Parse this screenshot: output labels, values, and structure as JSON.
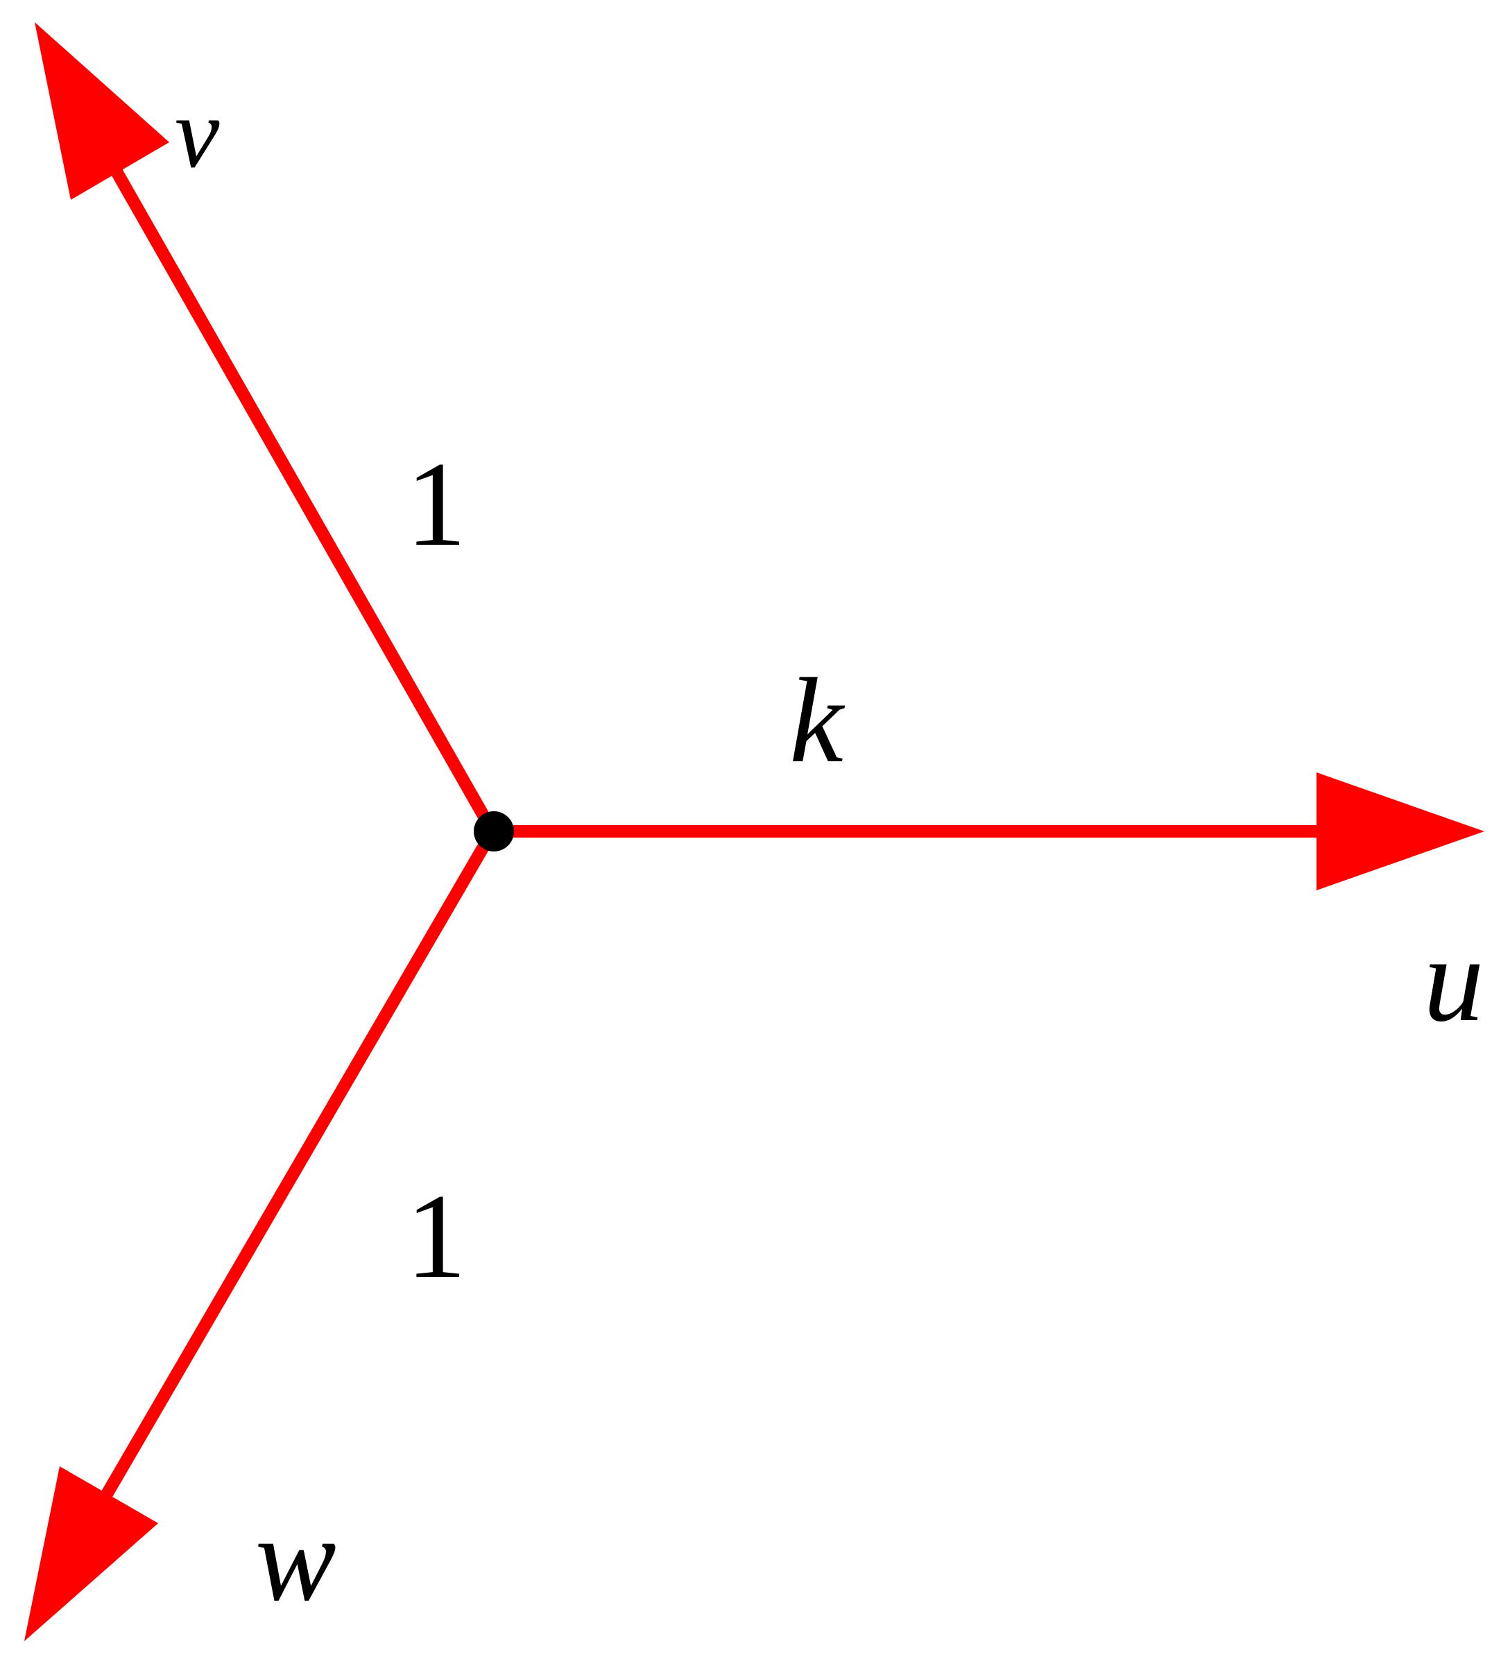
{
  "diagram": {
    "edge_color": "#ff0000",
    "vertex_color": "#000000",
    "text_color": "#000000",
    "edges": [
      {
        "id": "u",
        "direction_label": "u",
        "weight_label": "k"
      },
      {
        "id": "v",
        "direction_label": "v",
        "weight_label": "1"
      },
      {
        "id": "w",
        "direction_label": "w",
        "weight_label": "1"
      }
    ]
  }
}
